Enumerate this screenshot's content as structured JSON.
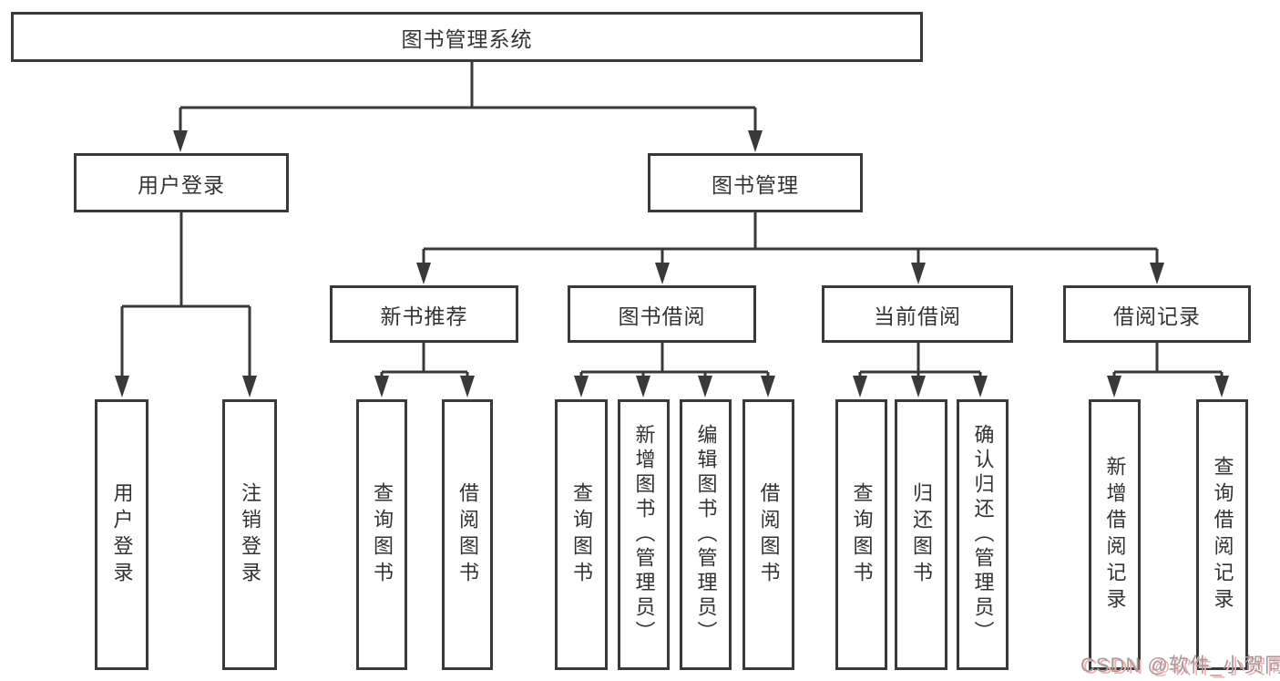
{
  "tree": {
    "root": "图书管理系统",
    "branches": [
      {
        "label": "用户登录",
        "children": [
          "用户登录",
          "注销登录"
        ]
      },
      {
        "label": "图书管理",
        "sections": [
          {
            "label": "新书推荐",
            "children": [
              "查询图书",
              "借阅图书"
            ]
          },
          {
            "label": "图书借阅",
            "children": [
              "查询图书",
              "新增图书（管理员）",
              "编辑图书（管理员）",
              "借阅图书"
            ]
          },
          {
            "label": "当前借阅",
            "children": [
              "查询图书",
              "归还图书",
              "确认归还（管理员）"
            ]
          },
          {
            "label": "借阅记录",
            "children": [
              "新增借阅记录",
              "查询借阅记录"
            ]
          }
        ]
      }
    ]
  },
  "watermark": "CSDN @软件_小贺同学",
  "colors": {
    "line": "#39393b",
    "box_border": "#39393b",
    "text": "#333335",
    "background": "#ffffff",
    "watermark_text": "#9e9ea0",
    "watermark_shadow": "#f9aeae"
  }
}
